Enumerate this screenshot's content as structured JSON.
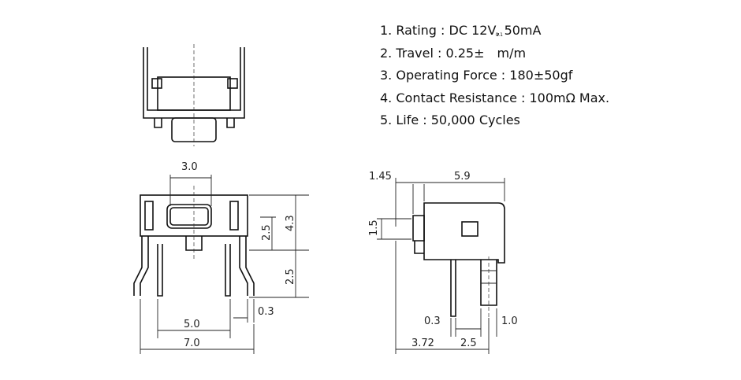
{
  "specs": {
    "rating_prefix": "1. Rating : DC 12",
    "rating_v": "V",
    "rating_tol": "0.1",
    "rating_suffix": ", 50mA",
    "travel_prefix": "2. Travel : 0.25±",
    "travel_suffix": "m/m",
    "operating_force": "3. Operating Force : 180±50gf",
    "contact_resistance": "4. Contact Resistance : 100mΩ Max.",
    "life": "5. Life : 50,000 Cycles"
  },
  "dimensions": {
    "button_width": "3.0",
    "height_total": "4.3",
    "height_body": "2.5",
    "pin_length": "2.5",
    "pin_thickness": "0.3",
    "pin_pitch": "5.0",
    "overall_width": "7.0",
    "side_actuator_len": "1.45",
    "side_body_len": "5.9",
    "side_actuator_height": "1.5",
    "side_pin_thickness": "0.3",
    "side_pin_width": "1.0",
    "side_offset": "3.72",
    "side_pin_pitch": "2.5"
  }
}
